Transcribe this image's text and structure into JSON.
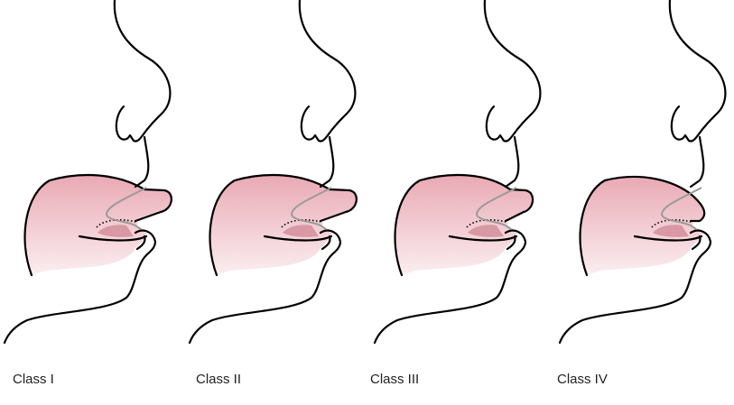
{
  "panels": [
    {
      "label": "Class I"
    },
    {
      "label": "Class II"
    },
    {
      "label": "Class III"
    },
    {
      "label": "Class IV"
    }
  ],
  "colors": {
    "skin_top": "#e9a9b4",
    "skin_bottom": "#fbeef0",
    "outline": "#000000",
    "pharynx_line": "#9a9a9a"
  }
}
